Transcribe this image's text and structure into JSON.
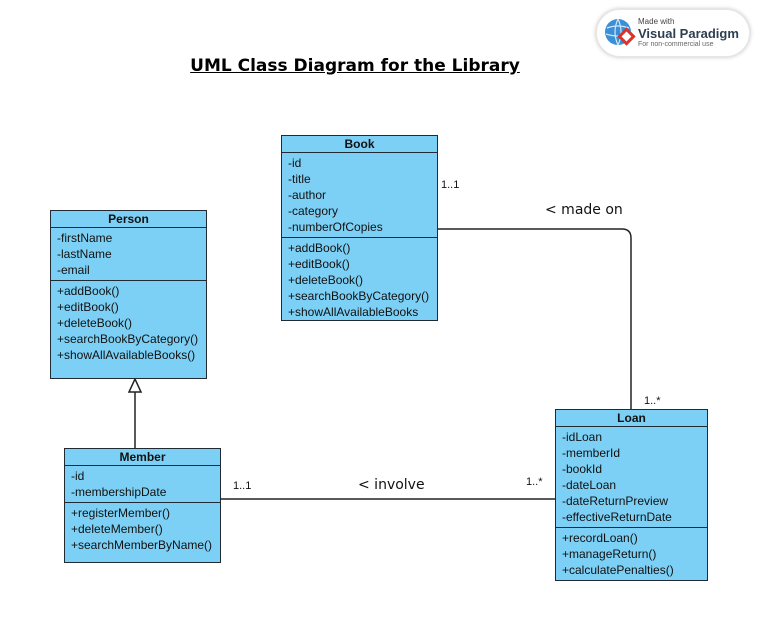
{
  "title": "UML Class Diagram for the Library",
  "badge": {
    "line1": "Made with",
    "line2": "Visual Paradigm",
    "line3": "For non-commercial use",
    "logo_icon": "visual-paradigm-logo-icon"
  },
  "classes": {
    "book": {
      "name": "Book",
      "attributes": [
        "-id",
        "-title",
        "-author",
        "-category",
        "-numberOfCopies"
      ],
      "operations": [
        "+addBook()",
        "+editBook()",
        "+deleteBook()",
        "+searchBookByCategory()",
        "+showAllAvailableBooks"
      ]
    },
    "person": {
      "name": "Person",
      "attributes": [
        "-firstName",
        "-lastName",
        "-email"
      ],
      "operations": [
        "+addBook()",
        "+editBook()",
        "+deleteBook()",
        "+searchBookByCategory()",
        "+showAllAvailableBooks()"
      ]
    },
    "member": {
      "name": "Member",
      "attributes": [
        "-id",
        "-membershipDate"
      ],
      "operations": [
        "+registerMember()",
        "+deleteMember()",
        "+searchMemberByName()"
      ]
    },
    "loan": {
      "name": "Loan",
      "attributes": [
        "-idLoan",
        "-memberId",
        "-bookId",
        "-dateLoan",
        "-dateReturnPreview",
        "-effectiveReturnDate"
      ],
      "operations": [
        "+recordLoan()",
        "+manageReturn()",
        "+calculatePenalties()"
      ]
    }
  },
  "associations": {
    "made_on": {
      "label": "<  made on",
      "source_multiplicity": "1..1",
      "target_multiplicity": "1..*"
    },
    "involve": {
      "label": "< involve",
      "source_multiplicity": "1..1",
      "target_multiplicity": "1..*"
    }
  },
  "colors": {
    "class_fill": "#7dd0f5",
    "class_border": "#1f2a33",
    "line": "#222222"
  }
}
